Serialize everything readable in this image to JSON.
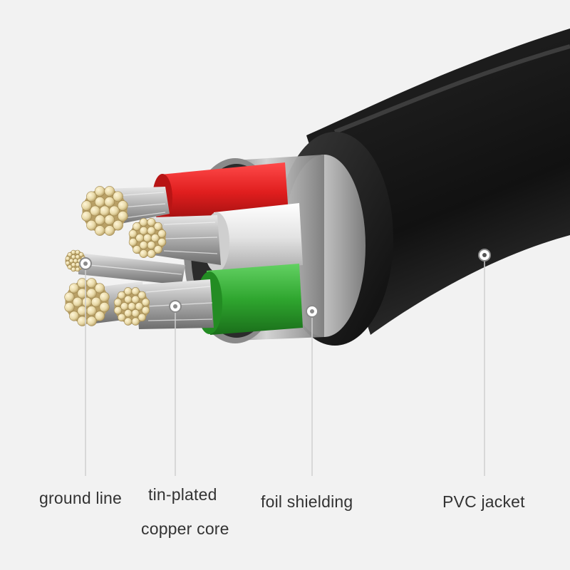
{
  "labels": {
    "ground_line": "ground line",
    "tin_plated_line1": "tin-plated",
    "tin_plated_line2": "copper core",
    "foil_shielding": "foil shielding",
    "pvc_jacket": "PVC jacket"
  },
  "colors": {
    "background": "#f2f2f2",
    "jacket": "#1b1b1b",
    "foil": "#b5b5b5",
    "red_wire": "#e01e1e",
    "white_wire": "#e6e6e6",
    "green_wire": "#2fa62f",
    "strand_tin": "#e8d9a8",
    "core_silver": "#bdbdbd",
    "text": "#333333"
  }
}
